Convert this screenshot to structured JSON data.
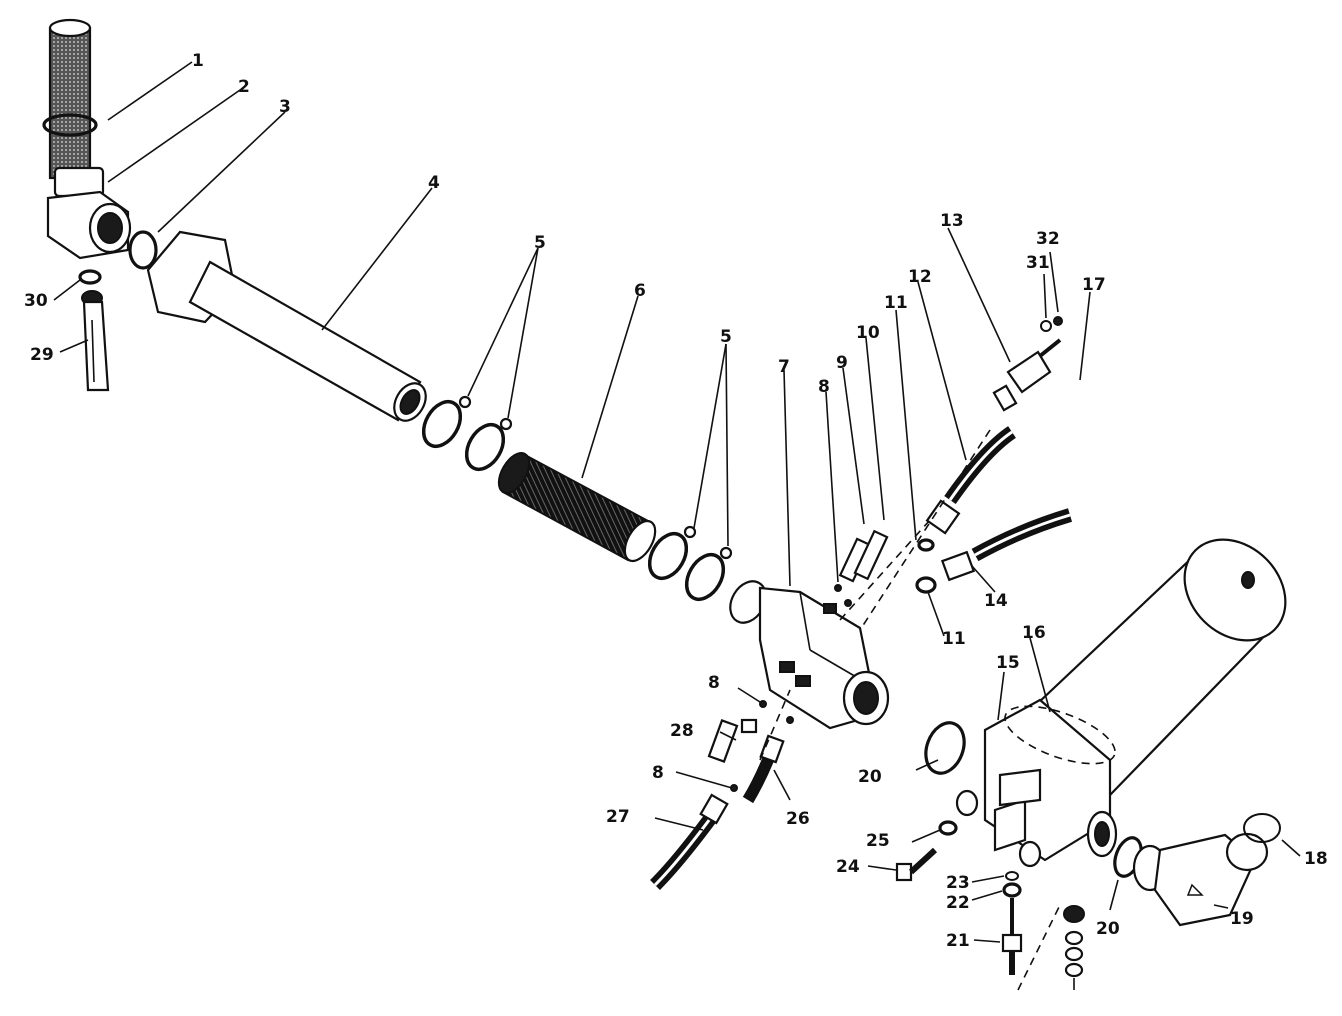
{
  "figure": {
    "labels": {
      "l1": "1",
      "l2": "2",
      "l3": "3",
      "l4": "4",
      "l5a": "5",
      "l5b": "5",
      "l6": "6",
      "l7": "7",
      "l8a": "8",
      "l8b": "8",
      "l8c": "8",
      "l9": "9",
      "l10": "10",
      "l11a": "11",
      "l11b": "11",
      "l12": "12",
      "l13": "13",
      "l14": "14",
      "l15": "15",
      "l16": "16",
      "l17": "17",
      "l18": "18",
      "l19": "19",
      "l20a": "20",
      "l20b": "20",
      "l21": "21",
      "l22": "22",
      "l23": "23",
      "l24": "24",
      "l25": "25",
      "l26": "26",
      "l27": "27",
      "l28": "28",
      "l29": "29",
      "l30": "30",
      "l31": "31",
      "l32": "32"
    }
  }
}
